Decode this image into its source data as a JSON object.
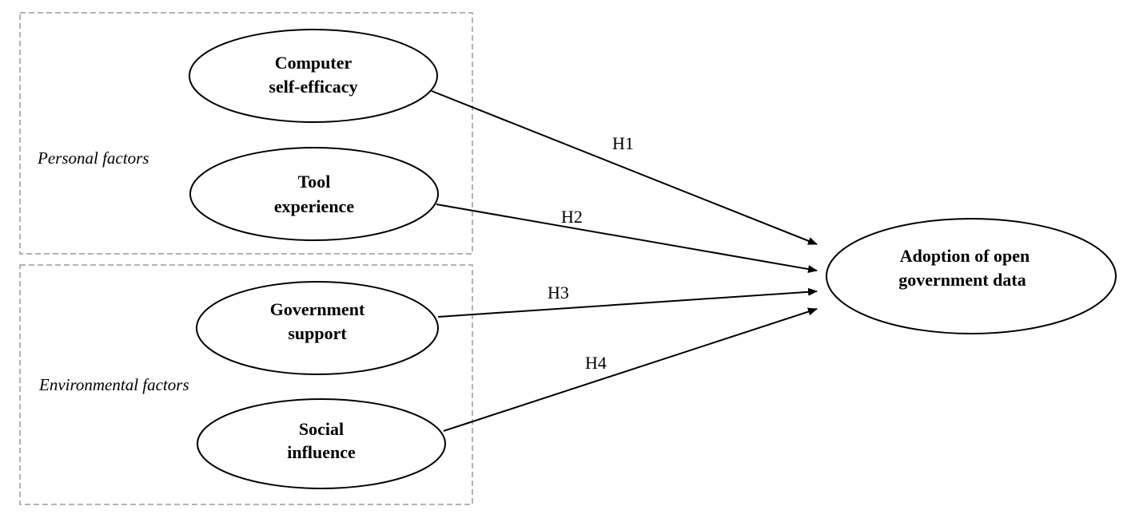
{
  "groups": {
    "personal": {
      "label": "Personal factors"
    },
    "environmental": {
      "label": "Environmental factors"
    }
  },
  "nodes": {
    "computer_self_efficacy": {
      "line1": "Computer",
      "line2": "self-efficacy"
    },
    "tool_experience": {
      "line1": "Tool",
      "line2": "experience"
    },
    "government_support": {
      "line1": "Government",
      "line2": "support"
    },
    "social_influence": {
      "line1": "Social",
      "line2": "influence"
    },
    "adoption": {
      "line1": "Adoption of open",
      "line2": "government data"
    }
  },
  "edges": {
    "h1": {
      "label": "H1",
      "from": "computer_self_efficacy",
      "to": "adoption"
    },
    "h2": {
      "label": "H2",
      "from": "tool_experience",
      "to": "adoption"
    },
    "h3": {
      "label": "H3",
      "from": "government_support",
      "to": "adoption"
    },
    "h4": {
      "label": "H4",
      "from": "social_influence",
      "to": "adoption"
    }
  }
}
